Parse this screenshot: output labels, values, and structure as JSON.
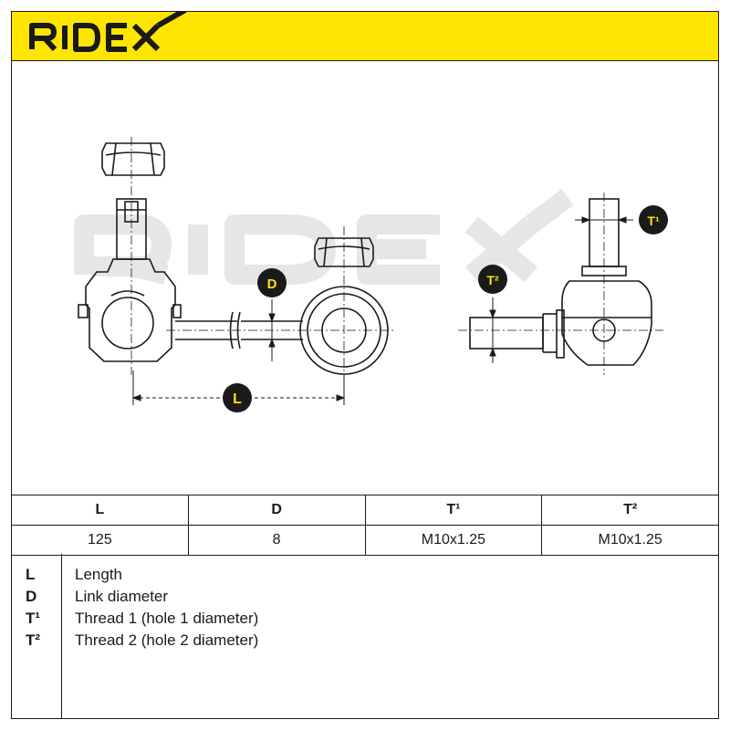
{
  "brand": {
    "logo_text": "RIDEX",
    "header_color": "#ffe600",
    "watermark_text": "RIDEX"
  },
  "diagram": {
    "label_L": "L",
    "label_D": "D",
    "label_T1": "T¹",
    "label_T2": "T²"
  },
  "table": {
    "headers": [
      "L",
      "D",
      "T¹",
      "T²"
    ],
    "values": [
      "125",
      "8",
      "M10x1.25",
      "M10x1.25"
    ]
  },
  "legend": [
    {
      "key": "L",
      "text": "Length"
    },
    {
      "key": "D",
      "text": "Link diameter"
    },
    {
      "key": "T¹",
      "text": "Thread 1 (hole 1 diameter)"
    },
    {
      "key": "T²",
      "text": "Thread 2 (hole 2 diameter)"
    }
  ]
}
